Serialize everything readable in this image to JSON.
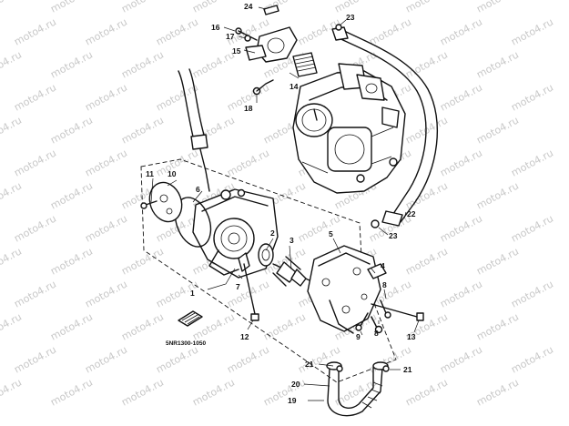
{
  "watermark": {
    "text": "moto4.ru"
  },
  "diagram_code": "5NR1300-1050",
  "callouts": {
    "c1": "1",
    "c2": "2",
    "c3": "3",
    "c4": "4",
    "c5": "5",
    "c6": "6",
    "c7": "7",
    "c8": "8",
    "c8b": "8",
    "c9": "9",
    "c10": "10",
    "c11": "11",
    "c12": "12",
    "c13": "13",
    "c14": "14",
    "c15": "15",
    "c16": "16",
    "c17": "17",
    "c18": "18",
    "c19": "19",
    "c20": "20",
    "c21": "21",
    "c21b": "21",
    "c22": "22",
    "c23": "23",
    "c23b": "23",
    "c24": "24"
  }
}
